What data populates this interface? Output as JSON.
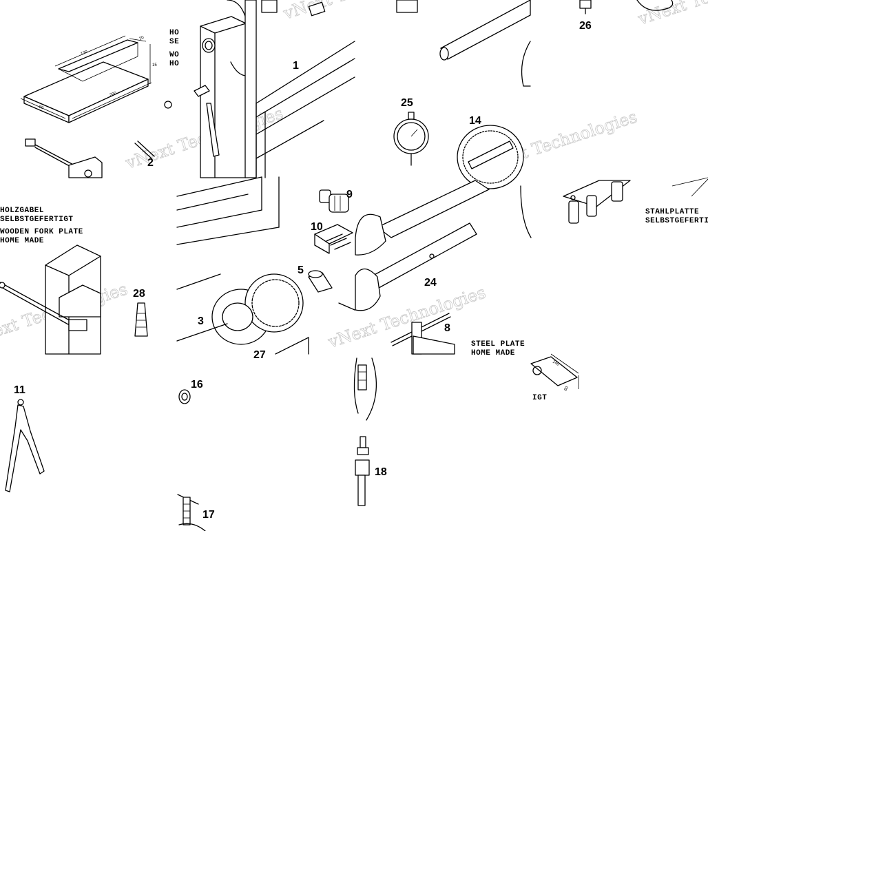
{
  "figure": {
    "part_numbers": [
      "1",
      "2",
      "3",
      "5",
      "8",
      "9",
      "10",
      "11",
      "14",
      "16",
      "17",
      "18",
      "24",
      "25",
      "26",
      "27",
      "28"
    ],
    "notes": {
      "wooden_fork_de": [
        "HOLZGABEL",
        "SELBSTGEFERTIGT"
      ],
      "wooden_fork_en": [
        "WOODEN FORK PLATE",
        "HOME MADE"
      ],
      "steel_plate_de": [
        "STAHLPLATTE",
        "SELBSTGEFERTIGT"
      ],
      "steel_plate_en": [
        "STEEL PLATE",
        "HOME MADE"
      ],
      "fragment_top_left": [
        "HO",
        "SE",
        "WO",
        "HO"
      ],
      "fragment_right": "IGT"
    },
    "dimensions": {
      "wood_block": [
        "130",
        "20",
        "15",
        "200",
        "60"
      ],
      "steel_plate": [
        "140",
        "60"
      ]
    },
    "watermark": "vNext Technologies"
  }
}
